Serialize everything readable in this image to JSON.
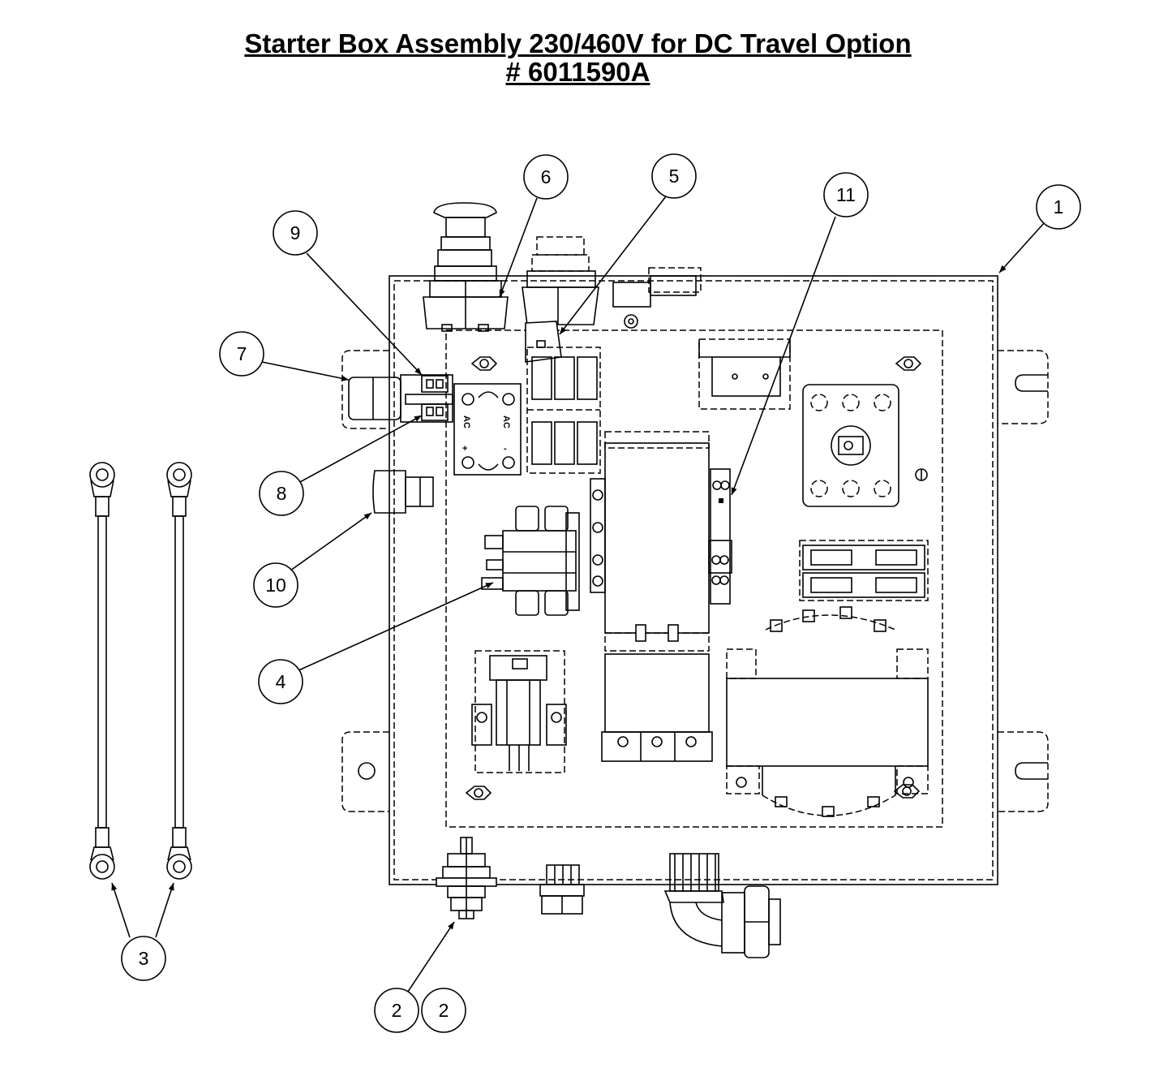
{
  "title": {
    "line1": "Starter Box Assembly 230/460V for DC Travel Option",
    "line2": "# 6011590A"
  },
  "callouts": {
    "c1": "1",
    "c2a": "2",
    "c2b": "2",
    "c3": "3",
    "c4": "4",
    "c5": "5",
    "c6": "6",
    "c7": "7",
    "c8": "8",
    "c9": "9",
    "c10": "10",
    "c11": "11"
  },
  "rectifier_marks": {
    "ac_left": "AC",
    "ac_right": "AC",
    "plus": "+",
    "minus": "-"
  }
}
